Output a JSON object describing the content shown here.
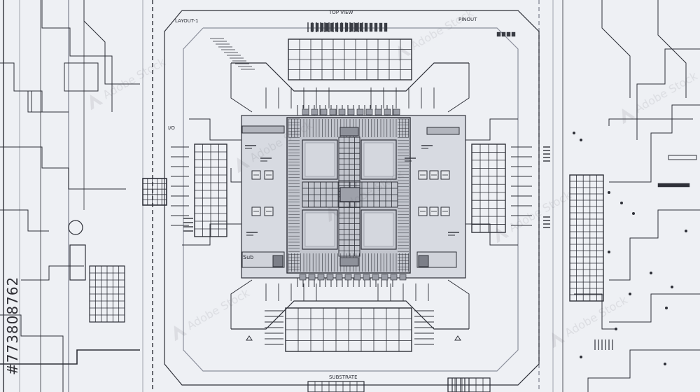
{
  "image_title": "",
  "watermark": {
    "stock_id": "#773808762",
    "brand_text": "Adobe Stock"
  },
  "colors": {
    "background": "#eef0f4",
    "ink": "#2e3038",
    "light_ink": "#8c909c",
    "chip_fill": "#d7dae1",
    "die_fill": "#c7cad2"
  },
  "chip_labels": {
    "top_left": "LAYOUT-1",
    "top_center": "TOP VIEW",
    "top_right": "PINOUT",
    "left_mid": "I/O",
    "lower_left": "Sub",
    "bottom": "SUBSTRATE"
  }
}
